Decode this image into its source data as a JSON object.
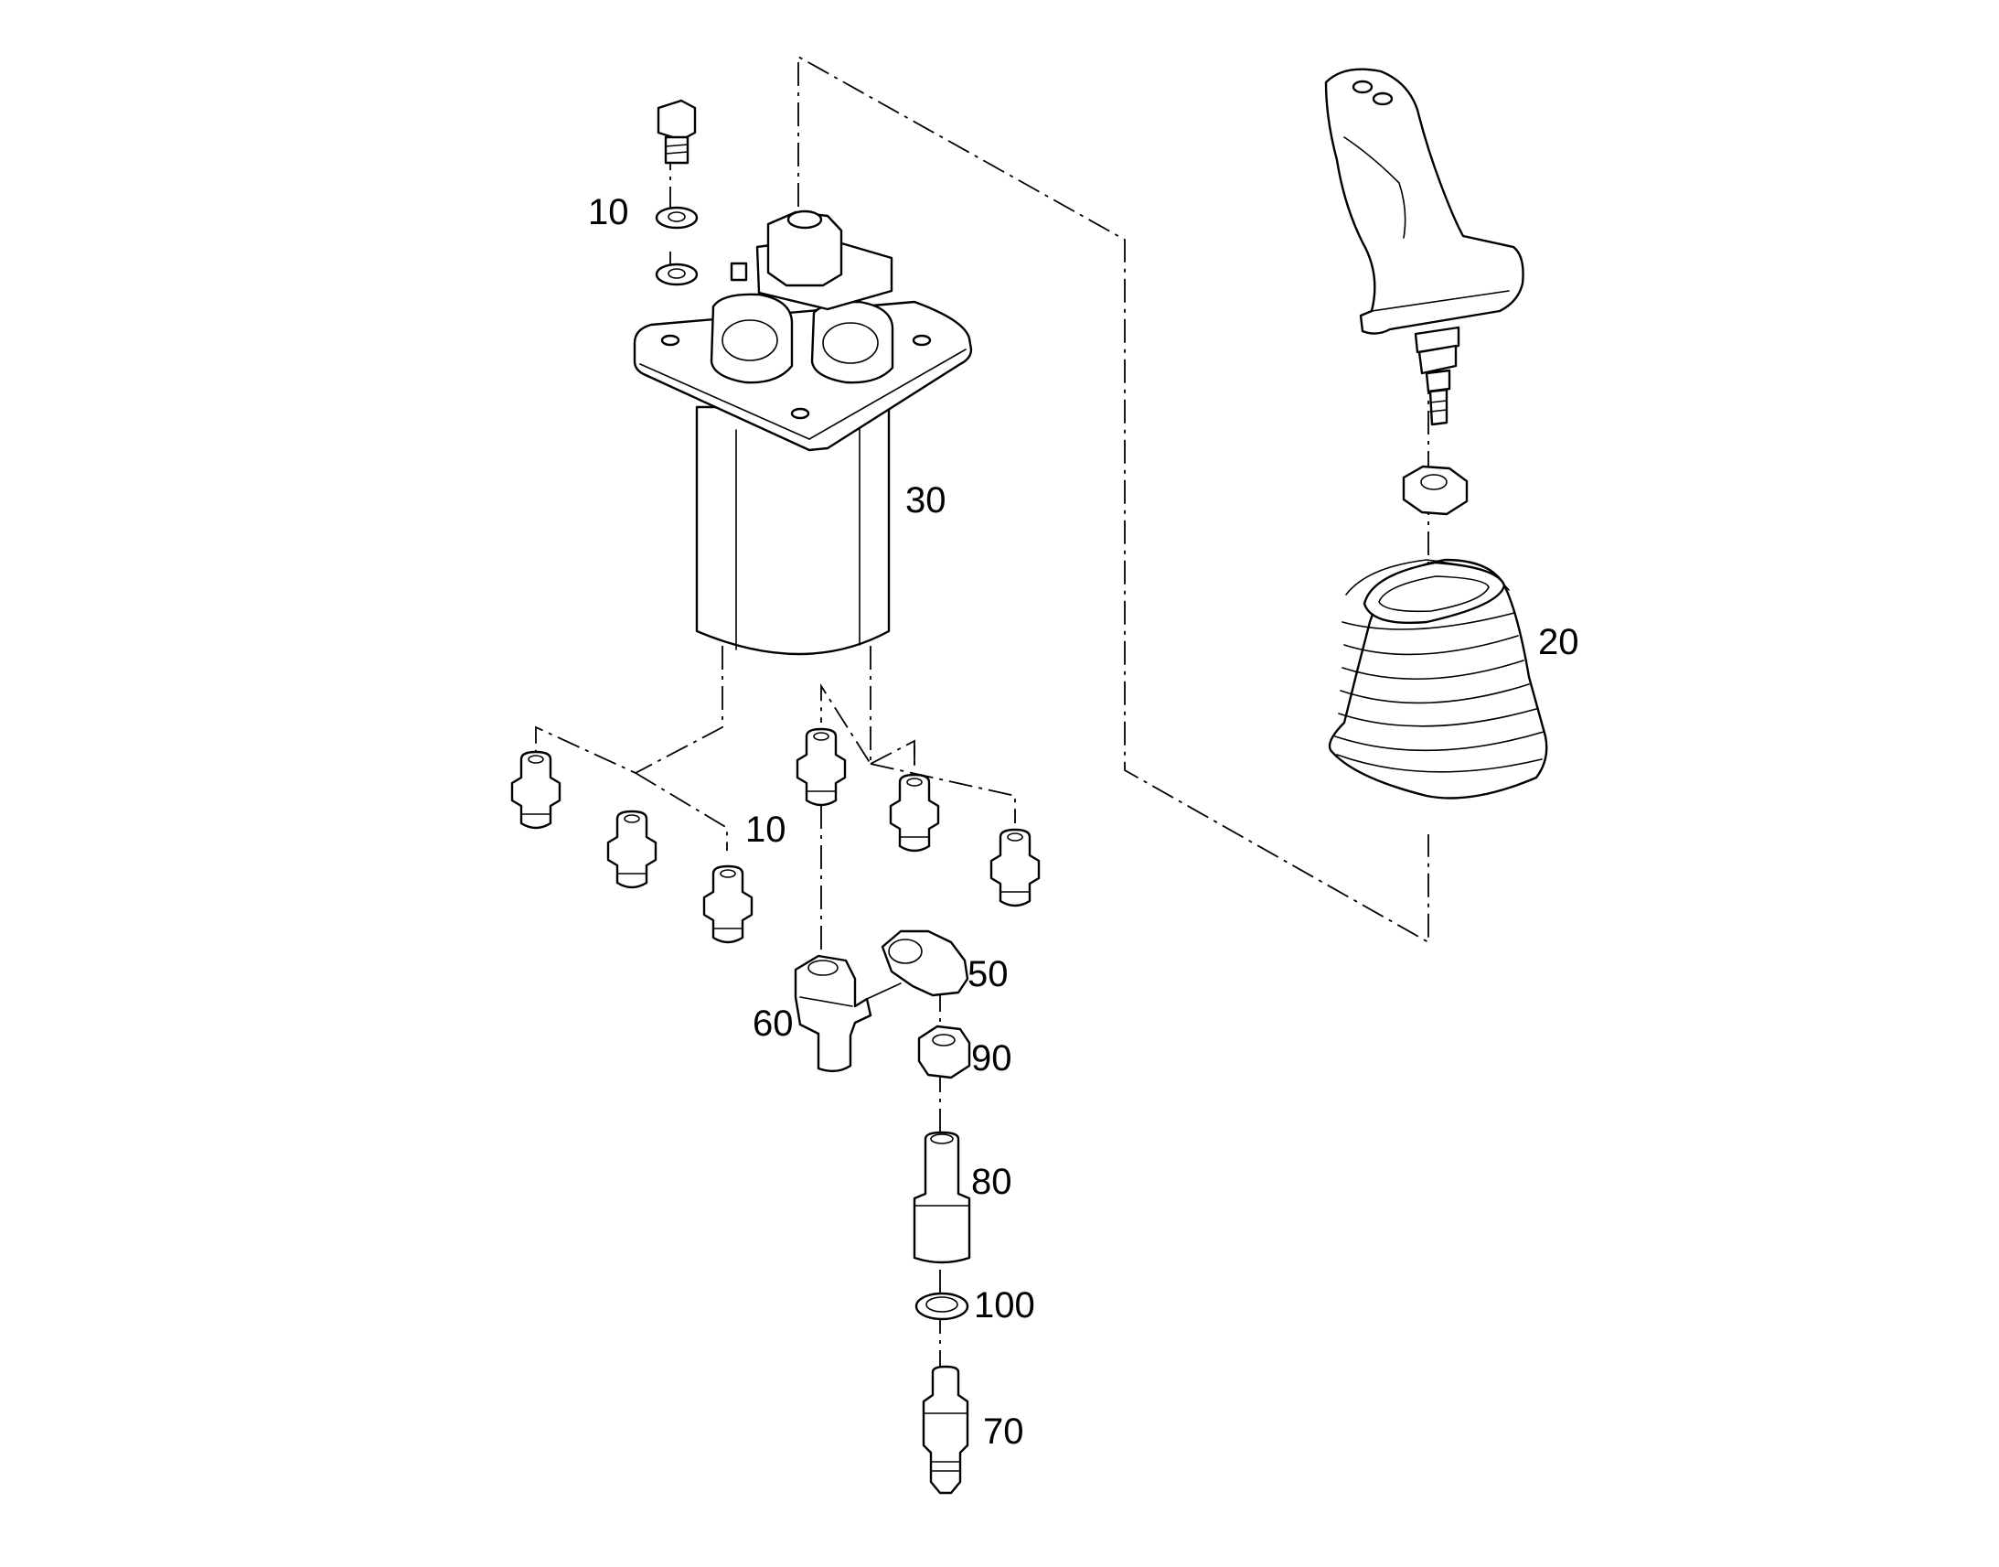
{
  "diagram": {
    "callouts": [
      {
        "id": "c10a",
        "label": "10"
      },
      {
        "id": "c30",
        "label": "30"
      },
      {
        "id": "c20",
        "label": "20"
      },
      {
        "id": "c10b",
        "label": "10"
      },
      {
        "id": "c50",
        "label": "50"
      },
      {
        "id": "c60",
        "label": "60"
      },
      {
        "id": "c90",
        "label": "90"
      },
      {
        "id": "c80",
        "label": "80"
      },
      {
        "id": "c100",
        "label": "100"
      },
      {
        "id": "c70",
        "label": "70"
      }
    ]
  }
}
